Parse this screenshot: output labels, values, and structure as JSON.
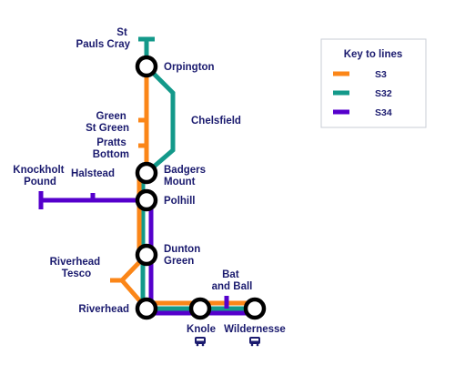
{
  "colors": {
    "S3": "#fb8618",
    "S32": "#13998a",
    "S34": "#5500cc",
    "text": "#1a1a6e",
    "station_stroke": "#000000"
  },
  "stations": {
    "st_pauls_cray": [
      "St",
      "Pauls Cray"
    ],
    "orpington": [
      "Orpington"
    ],
    "chelsfield": [
      "Chelsfield"
    ],
    "green_st_green": [
      "Green",
      "St Green"
    ],
    "pratts_bottom": [
      "Pratts",
      "Bottom"
    ],
    "badgers_mount": [
      "Badgers",
      "Mount"
    ],
    "knockholt_pound": [
      "Knockholt",
      "Pound"
    ],
    "halstead": [
      "Halstead"
    ],
    "polhill": [
      "Polhill"
    ],
    "dunton_green": [
      "Dunton",
      "Green"
    ],
    "riverhead_tesco": [
      "Riverhead",
      "Tesco"
    ],
    "riverhead": [
      "Riverhead"
    ],
    "bat_and_ball": [
      "Bat",
      "and Ball"
    ],
    "knole": [
      "Knole"
    ],
    "wildernesse": [
      "Wildernesse"
    ]
  },
  "icons": {
    "knole": "bus-icon",
    "wildernesse": "bus-icon"
  },
  "key": {
    "title": "Key to lines",
    "lines": [
      {
        "name": "S3",
        "color": "#fb8618"
      },
      {
        "name": "S32",
        "color": "#13998a"
      },
      {
        "name": "S34",
        "color": "#5500cc"
      }
    ]
  }
}
